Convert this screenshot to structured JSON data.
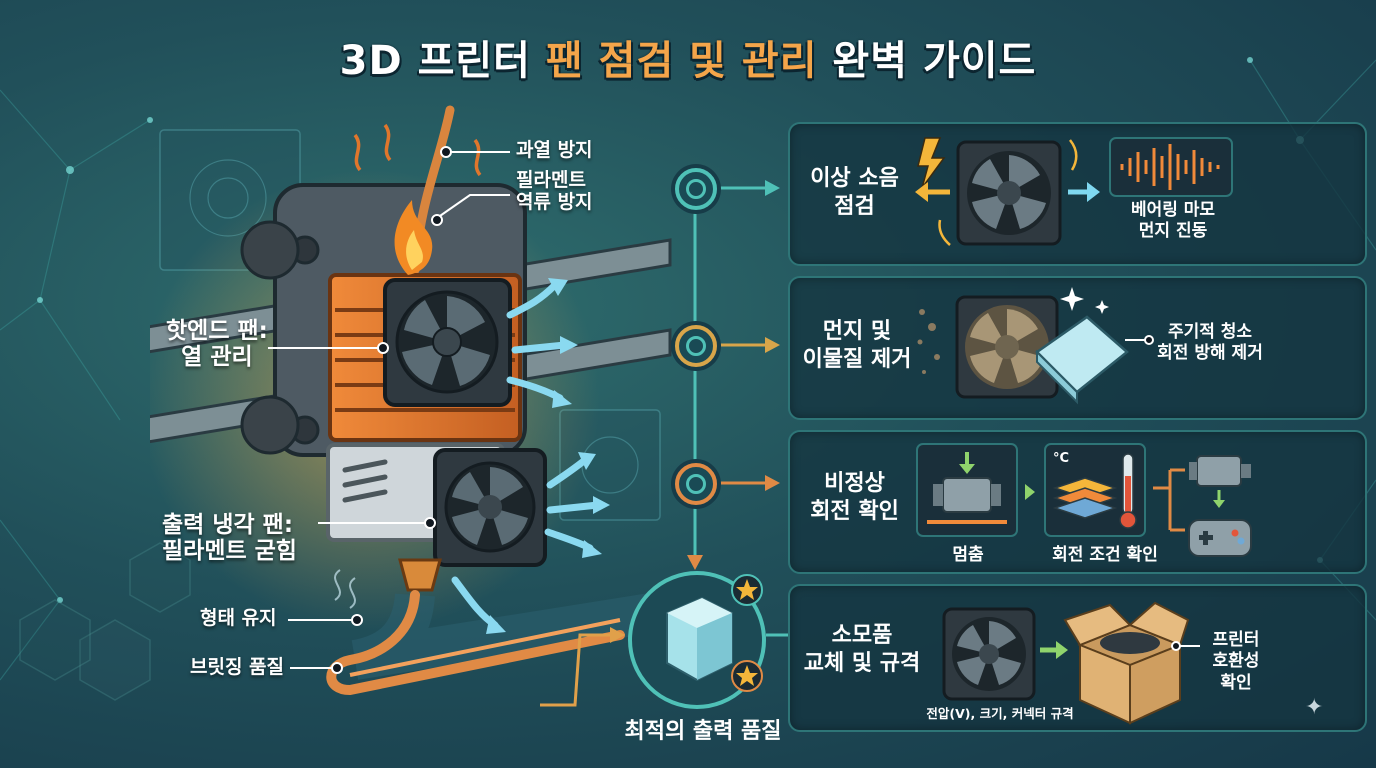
{
  "title": {
    "pre": "3D 프린터 ",
    "highlight": "팬 점검 및 관리",
    "post": " 완벽 가이드"
  },
  "left": {
    "overheat": "과열 방지",
    "filament_reverse": [
      "필라멘트",
      "역류 방지"
    ],
    "hotend_fan": [
      "핫엔드 팬:",
      "열 관리"
    ],
    "print_cooling_fan": [
      "출력 냉각 팬:",
      "필라멘트 굳힘"
    ],
    "shape_keep": "형태 유지",
    "bridging": "브릿징 품질"
  },
  "panels": [
    {
      "title": [
        "이상 소음",
        "점검"
      ],
      "label": [
        "베어링 마모",
        "먼지 진동"
      ]
    },
    {
      "title": [
        "먼지 및",
        "이물질 제거"
      ],
      "label": [
        "주기적 청소",
        "회전 방해 제거"
      ]
    },
    {
      "title": [
        "비정상",
        "회전 확인"
      ],
      "label_stop": "멈춤",
      "label_cond": "회전 조건 확인",
      "temp_unit": "°C"
    },
    {
      "title": [
        "소모품",
        "교체 및 규격"
      ],
      "spec": "전압(V), 크기, 커넥터 규격",
      "label": [
        "프린터",
        "호환성",
        "확인"
      ]
    }
  ],
  "result": "최적의 출력 품질",
  "colors": {
    "accent": "#f4a54a",
    "teal": "#4fc1b7",
    "orange_line": "#e08a45",
    "panel_border": "#2e7577",
    "cyan_arrow": "#7fd8f0"
  }
}
